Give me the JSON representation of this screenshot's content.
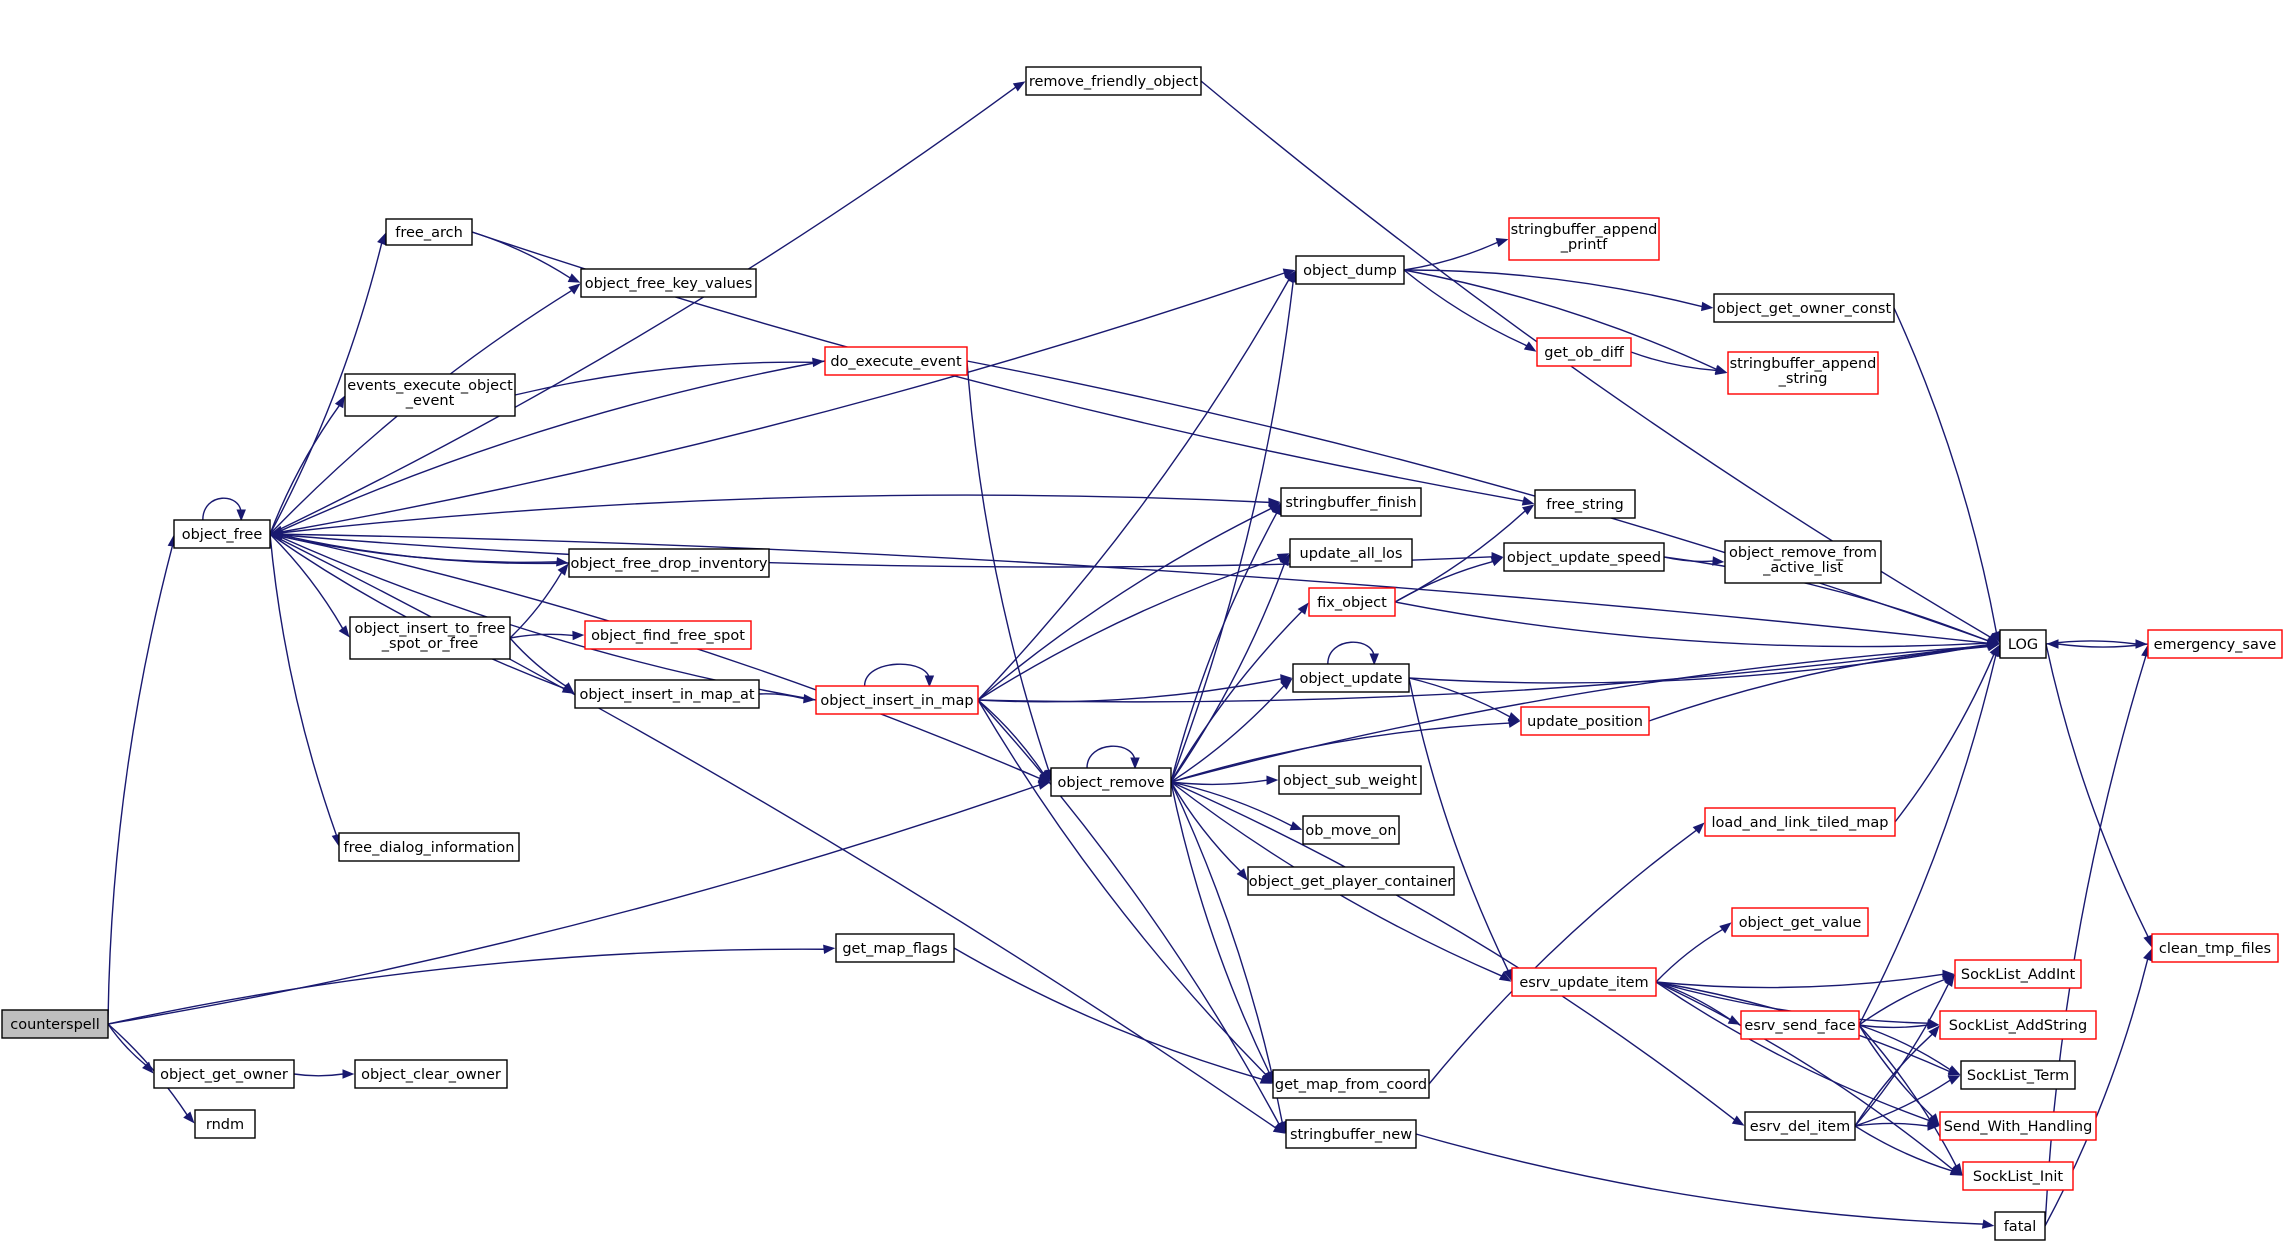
{
  "colors": {
    "edge": "#191970",
    "red_border": "#ff0000",
    "root_fill": "#bfbfbf"
  },
  "nodes": [
    {
      "id": "counterspell",
      "label": [
        "counterspell"
      ],
      "style": "root"
    },
    {
      "id": "object_free",
      "label": [
        "object_free"
      ],
      "style": "black"
    },
    {
      "id": "object_get_owner",
      "label": [
        "object_get_owner"
      ],
      "style": "black"
    },
    {
      "id": "rndm",
      "label": [
        "rndm"
      ],
      "style": "black"
    },
    {
      "id": "object_clear_owner",
      "label": [
        "object_clear_owner"
      ],
      "style": "black"
    },
    {
      "id": "free_arch",
      "label": [
        "free_arch"
      ],
      "style": "black"
    },
    {
      "id": "object_free_key_values",
      "label": [
        "object_free_key_values"
      ],
      "style": "black"
    },
    {
      "id": "events_execute_object_event",
      "label": [
        "events_execute_object",
        "_event"
      ],
      "style": "black"
    },
    {
      "id": "object_free_drop_inventory",
      "label": [
        "object_free_drop_inventory"
      ],
      "style": "black"
    },
    {
      "id": "object_insert_to_free_spot_or_free",
      "label": [
        "object_insert_to_free",
        "_spot_or_free"
      ],
      "style": "black"
    },
    {
      "id": "object_find_free_spot",
      "label": [
        "object_find_free_spot"
      ],
      "style": "red"
    },
    {
      "id": "object_insert_in_map_at",
      "label": [
        "object_insert_in_map_at"
      ],
      "style": "black"
    },
    {
      "id": "free_dialog_information",
      "label": [
        "free_dialog_information"
      ],
      "style": "black"
    },
    {
      "id": "remove_friendly_object",
      "label": [
        "remove_friendly_object"
      ],
      "style": "black"
    },
    {
      "id": "do_execute_event",
      "label": [
        "do_execute_event"
      ],
      "style": "red"
    },
    {
      "id": "object_insert_in_map",
      "label": [
        "object_insert_in_map"
      ],
      "style": "red"
    },
    {
      "id": "get_map_flags",
      "label": [
        "get_map_flags"
      ],
      "style": "black"
    },
    {
      "id": "object_remove",
      "label": [
        "object_remove"
      ],
      "style": "black"
    },
    {
      "id": "object_dump",
      "label": [
        "object_dump"
      ],
      "style": "black"
    },
    {
      "id": "stringbuffer_finish",
      "label": [
        "stringbuffer_finish"
      ],
      "style": "black"
    },
    {
      "id": "update_all_los",
      "label": [
        "update_all_los"
      ],
      "style": "black"
    },
    {
      "id": "fix_object",
      "label": [
        "fix_object"
      ],
      "style": "red"
    },
    {
      "id": "object_update",
      "label": [
        "object_update"
      ],
      "style": "black"
    },
    {
      "id": "object_sub_weight",
      "label": [
        "object_sub_weight"
      ],
      "style": "black"
    },
    {
      "id": "ob_move_on",
      "label": [
        "ob_move_on"
      ],
      "style": "black"
    },
    {
      "id": "object_get_player_container",
      "label": [
        "object_get_player_container"
      ],
      "style": "black"
    },
    {
      "id": "get_map_from_coord",
      "label": [
        "get_map_from_coord"
      ],
      "style": "black"
    },
    {
      "id": "stringbuffer_new",
      "label": [
        "stringbuffer_new"
      ],
      "style": "black"
    },
    {
      "id": "stringbuffer_append_printf",
      "label": [
        "stringbuffer_append",
        "_printf"
      ],
      "style": "red"
    },
    {
      "id": "get_ob_diff",
      "label": [
        "get_ob_diff"
      ],
      "style": "red"
    },
    {
      "id": "free_string",
      "label": [
        "free_string"
      ],
      "style": "black"
    },
    {
      "id": "object_update_speed",
      "label": [
        "object_update_speed"
      ],
      "style": "black"
    },
    {
      "id": "update_position",
      "label": [
        "update_position"
      ],
      "style": "red"
    },
    {
      "id": "load_and_link_tiled_map",
      "label": [
        "load_and_link_tiled_map"
      ],
      "style": "red"
    },
    {
      "id": "esrv_update_item",
      "label": [
        "esrv_update_item"
      ],
      "style": "red"
    },
    {
      "id": "object_get_value",
      "label": [
        "object_get_value"
      ],
      "style": "red"
    },
    {
      "id": "esrv_send_face",
      "label": [
        "esrv_send_face"
      ],
      "style": "red"
    },
    {
      "id": "esrv_del_item",
      "label": [
        "esrv_del_item"
      ],
      "style": "black"
    },
    {
      "id": "object_get_owner_const",
      "label": [
        "object_get_owner_const"
      ],
      "style": "black"
    },
    {
      "id": "stringbuffer_append_string",
      "label": [
        "stringbuffer_append",
        "_string"
      ],
      "style": "red"
    },
    {
      "id": "object_remove_from_active_list",
      "label": [
        "object_remove_from",
        "_active_list"
      ],
      "style": "black"
    },
    {
      "id": "SockList_AddInt",
      "label": [
        "SockList_AddInt"
      ],
      "style": "red"
    },
    {
      "id": "SockList_AddString",
      "label": [
        "SockList_AddString"
      ],
      "style": "red"
    },
    {
      "id": "SockList_Term",
      "label": [
        "SockList_Term"
      ],
      "style": "black"
    },
    {
      "id": "Send_With_Handling",
      "label": [
        "Send_With_Handling"
      ],
      "style": "red"
    },
    {
      "id": "SockList_Init",
      "label": [
        "SockList_Init"
      ],
      "style": "red"
    },
    {
      "id": "fatal",
      "label": [
        "fatal"
      ],
      "style": "black"
    },
    {
      "id": "LOG",
      "label": [
        "LOG"
      ],
      "style": "black"
    },
    {
      "id": "emergency_save",
      "label": [
        "emergency_save"
      ],
      "style": "red"
    },
    {
      "id": "clean_tmp_files",
      "label": [
        "clean_tmp_files"
      ],
      "style": "red"
    }
  ],
  "edges": [
    [
      "counterspell",
      "object_free"
    ],
    [
      "counterspell",
      "object_remove"
    ],
    [
      "counterspell",
      "get_map_flags"
    ],
    [
      "counterspell",
      "object_get_owner"
    ],
    [
      "counterspell",
      "rndm"
    ],
    [
      "object_get_owner",
      "object_clear_owner"
    ],
    [
      "object_free",
      "object_free"
    ],
    [
      "object_free",
      "remove_friendly_object"
    ],
    [
      "object_free",
      "LOG"
    ],
    [
      "object_free",
      "free_arch"
    ],
    [
      "object_free",
      "object_free_key_values"
    ],
    [
      "object_free",
      "object_dump"
    ],
    [
      "object_free",
      "events_execute_object_event"
    ],
    [
      "object_free",
      "object_update_speed"
    ],
    [
      "object_free",
      "stringbuffer_finish"
    ],
    [
      "object_free",
      "object_free_drop_inventory"
    ],
    [
      "object_free",
      "object_insert_to_free_spot_or_free"
    ],
    [
      "object_free",
      "object_insert_in_map_at"
    ],
    [
      "object_free",
      "object_remove"
    ],
    [
      "object_free",
      "free_dialog_information"
    ],
    [
      "object_free",
      "stringbuffer_new"
    ],
    [
      "remove_friendly_object",
      "LOG"
    ],
    [
      "free_arch",
      "object_free_key_values"
    ],
    [
      "free_arch",
      "free_string"
    ],
    [
      "events_execute_object_event",
      "do_execute_event"
    ],
    [
      "do_execute_event",
      "object_free"
    ],
    [
      "do_execute_event",
      "LOG"
    ],
    [
      "do_execute_event",
      "object_remove"
    ],
    [
      "object_free_drop_inventory",
      "object_free"
    ],
    [
      "object_insert_to_free_spot_or_free",
      "object_free_drop_inventory"
    ],
    [
      "object_insert_to_free_spot_or_free",
      "object_find_free_spot"
    ],
    [
      "object_insert_to_free_spot_or_free",
      "object_insert_in_map_at"
    ],
    [
      "object_insert_in_map_at",
      "object_insert_in_map"
    ],
    [
      "object_insert_in_map",
      "object_insert_in_map"
    ],
    [
      "object_insert_in_map",
      "object_free"
    ],
    [
      "object_insert_in_map",
      "object_dump"
    ],
    [
      "object_insert_in_map",
      "stringbuffer_finish"
    ],
    [
      "object_insert_in_map",
      "LOG"
    ],
    [
      "object_insert_in_map",
      "update_all_los"
    ],
    [
      "object_insert_in_map",
      "object_update"
    ],
    [
      "object_insert_in_map",
      "object_remove"
    ],
    [
      "object_insert_in_map",
      "get_map_from_coord"
    ],
    [
      "object_insert_in_map",
      "stringbuffer_new"
    ],
    [
      "get_map_flags",
      "get_map_from_coord"
    ],
    [
      "object_remove",
      "object_remove"
    ],
    [
      "object_remove",
      "object_dump"
    ],
    [
      "object_remove",
      "stringbuffer_finish"
    ],
    [
      "object_remove",
      "update_all_los"
    ],
    [
      "object_remove",
      "fix_object"
    ],
    [
      "object_remove",
      "object_update"
    ],
    [
      "object_remove",
      "update_position"
    ],
    [
      "object_remove",
      "object_sub_weight"
    ],
    [
      "object_remove",
      "ob_move_on"
    ],
    [
      "object_remove",
      "object_get_player_container"
    ],
    [
      "object_remove",
      "LOG"
    ],
    [
      "object_remove",
      "esrv_update_item"
    ],
    [
      "object_remove",
      "esrv_del_item"
    ],
    [
      "object_remove",
      "get_map_from_coord"
    ],
    [
      "object_remove",
      "stringbuffer_new"
    ],
    [
      "object_dump",
      "stringbuffer_append_printf"
    ],
    [
      "object_dump",
      "object_get_owner_const"
    ],
    [
      "object_dump",
      "get_ob_diff"
    ],
    [
      "object_dump",
      "stringbuffer_append_string"
    ],
    [
      "get_ob_diff",
      "stringbuffer_append_string"
    ],
    [
      "object_get_owner_const",
      "LOG"
    ],
    [
      "fix_object",
      "free_string"
    ],
    [
      "fix_object",
      "object_update_speed"
    ],
    [
      "fix_object",
      "LOG"
    ],
    [
      "object_update_speed",
      "LOG"
    ],
    [
      "object_update_speed",
      "object_remove_from_active_list"
    ],
    [
      "object_update",
      "object_update"
    ],
    [
      "object_update",
      "LOG"
    ],
    [
      "object_update",
      "update_position"
    ],
    [
      "object_update",
      "esrv_update_item"
    ],
    [
      "update_position",
      "LOG"
    ],
    [
      "load_and_link_tiled_map",
      "LOG"
    ],
    [
      "get_map_from_coord",
      "load_and_link_tiled_map"
    ],
    [
      "stringbuffer_new",
      "fatal"
    ],
    [
      "esrv_update_item",
      "object_get_value"
    ],
    [
      "esrv_update_item",
      "SockList_AddInt"
    ],
    [
      "esrv_update_item",
      "esrv_send_face"
    ],
    [
      "esrv_update_item",
      "SockList_AddString"
    ],
    [
      "esrv_update_item",
      "SockList_Term"
    ],
    [
      "esrv_update_item",
      "Send_With_Handling"
    ],
    [
      "esrv_update_item",
      "SockList_Init"
    ],
    [
      "esrv_send_face",
      "LOG"
    ],
    [
      "esrv_send_face",
      "SockList_AddInt"
    ],
    [
      "esrv_send_face",
      "SockList_AddString"
    ],
    [
      "esrv_send_face",
      "SockList_Term"
    ],
    [
      "esrv_send_face",
      "Send_With_Handling"
    ],
    [
      "esrv_send_face",
      "SockList_Init"
    ],
    [
      "esrv_del_item",
      "SockList_AddInt"
    ],
    [
      "esrv_del_item",
      "SockList_AddString"
    ],
    [
      "esrv_del_item",
      "SockList_Term"
    ],
    [
      "esrv_del_item",
      "Send_With_Handling"
    ],
    [
      "esrv_del_item",
      "SockList_Init"
    ],
    [
      "fatal",
      "emergency_save"
    ],
    [
      "fatal",
      "clean_tmp_files"
    ],
    [
      "LOG",
      "emergency_save"
    ],
    [
      "LOG",
      "clean_tmp_files"
    ],
    [
      "emergency_save",
      "LOG"
    ]
  ]
}
